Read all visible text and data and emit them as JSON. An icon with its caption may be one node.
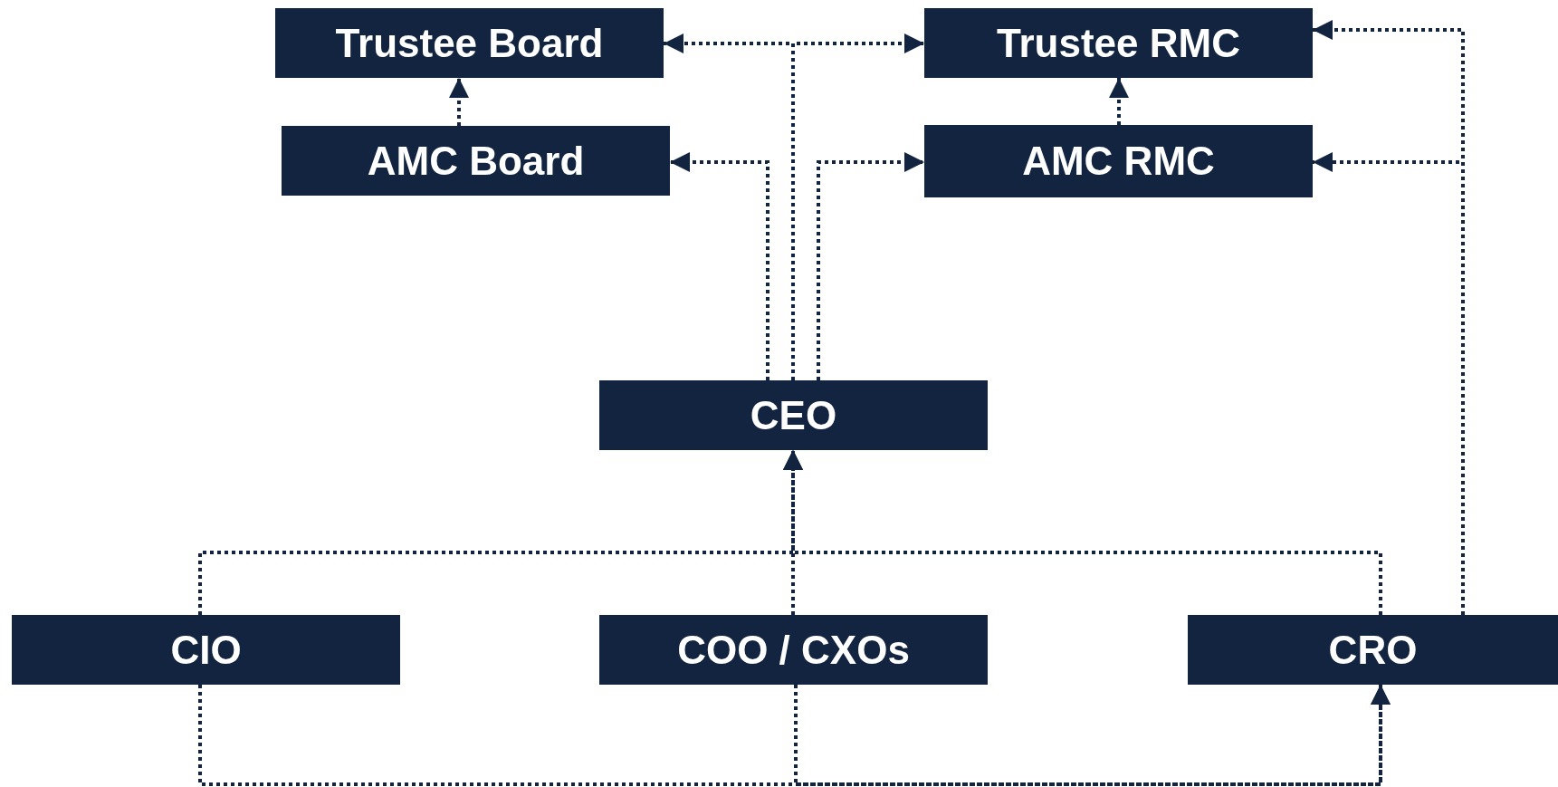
{
  "diagram": {
    "nodes": [
      {
        "text": [
          "Trustee Board"
        ]
      },
      {
        "text": [
          "Trustee RMC"
        ]
      },
      {
        "text": [
          "AMC Board"
        ]
      },
      {
        "text": [
          "AMC RMC"
        ]
      },
      {
        "text": [
          "CEO"
        ]
      },
      {
        "text": [
          "CIO"
        ]
      },
      {
        "text": [
          "COO / CXOs"
        ]
      },
      {
        "text": [
          "CRO"
        ]
      }
    ],
    "edges": [
      {
        "from": 2,
        "to": 0,
        "arrow": "to"
      },
      {
        "from": 3,
        "to": 1,
        "arrow": "to"
      },
      {
        "from": 4,
        "to": 0,
        "arrow": "to"
      },
      {
        "from": 4,
        "to": 1,
        "arrow": "to"
      },
      {
        "from": 4,
        "to": 2,
        "arrow": "to"
      },
      {
        "from": 4,
        "to": 3,
        "arrow": "to"
      },
      {
        "from": 7,
        "to": 1,
        "arrow": "to"
      },
      {
        "from": 7,
        "to": 3,
        "arrow": "to"
      },
      {
        "from": 6,
        "to": 4,
        "arrow": "to"
      },
      {
        "from": 5,
        "to": 4,
        "arrow": "to"
      },
      {
        "from": 7,
        "to": 4,
        "arrow": "to"
      },
      {
        "from": 5,
        "to": 7,
        "arrow": "to"
      },
      {
        "from": 6,
        "to": 7,
        "arrow": "to"
      }
    ]
  }
}
